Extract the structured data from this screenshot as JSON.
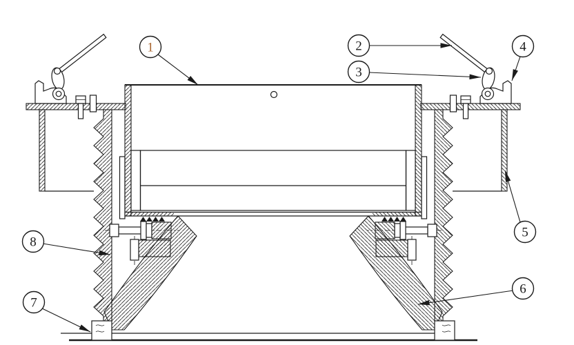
{
  "figure": {
    "background_color": "#ffffff",
    "line_color": "#1b1b1b",
    "callouts": [
      {
        "label": "1",
        "color": "#a9652f"
      },
      {
        "label": "2",
        "color": "#1b1b1b"
      },
      {
        "label": "3",
        "color": "#1b1b1b"
      },
      {
        "label": "4",
        "color": "#1b1b1b"
      },
      {
        "label": "5",
        "color": "#1b1b1b"
      },
      {
        "label": "6",
        "color": "#1b1b1b"
      },
      {
        "label": "7",
        "color": "#1b1b1b"
      },
      {
        "label": "8",
        "color": "#1b1b1b"
      }
    ]
  }
}
